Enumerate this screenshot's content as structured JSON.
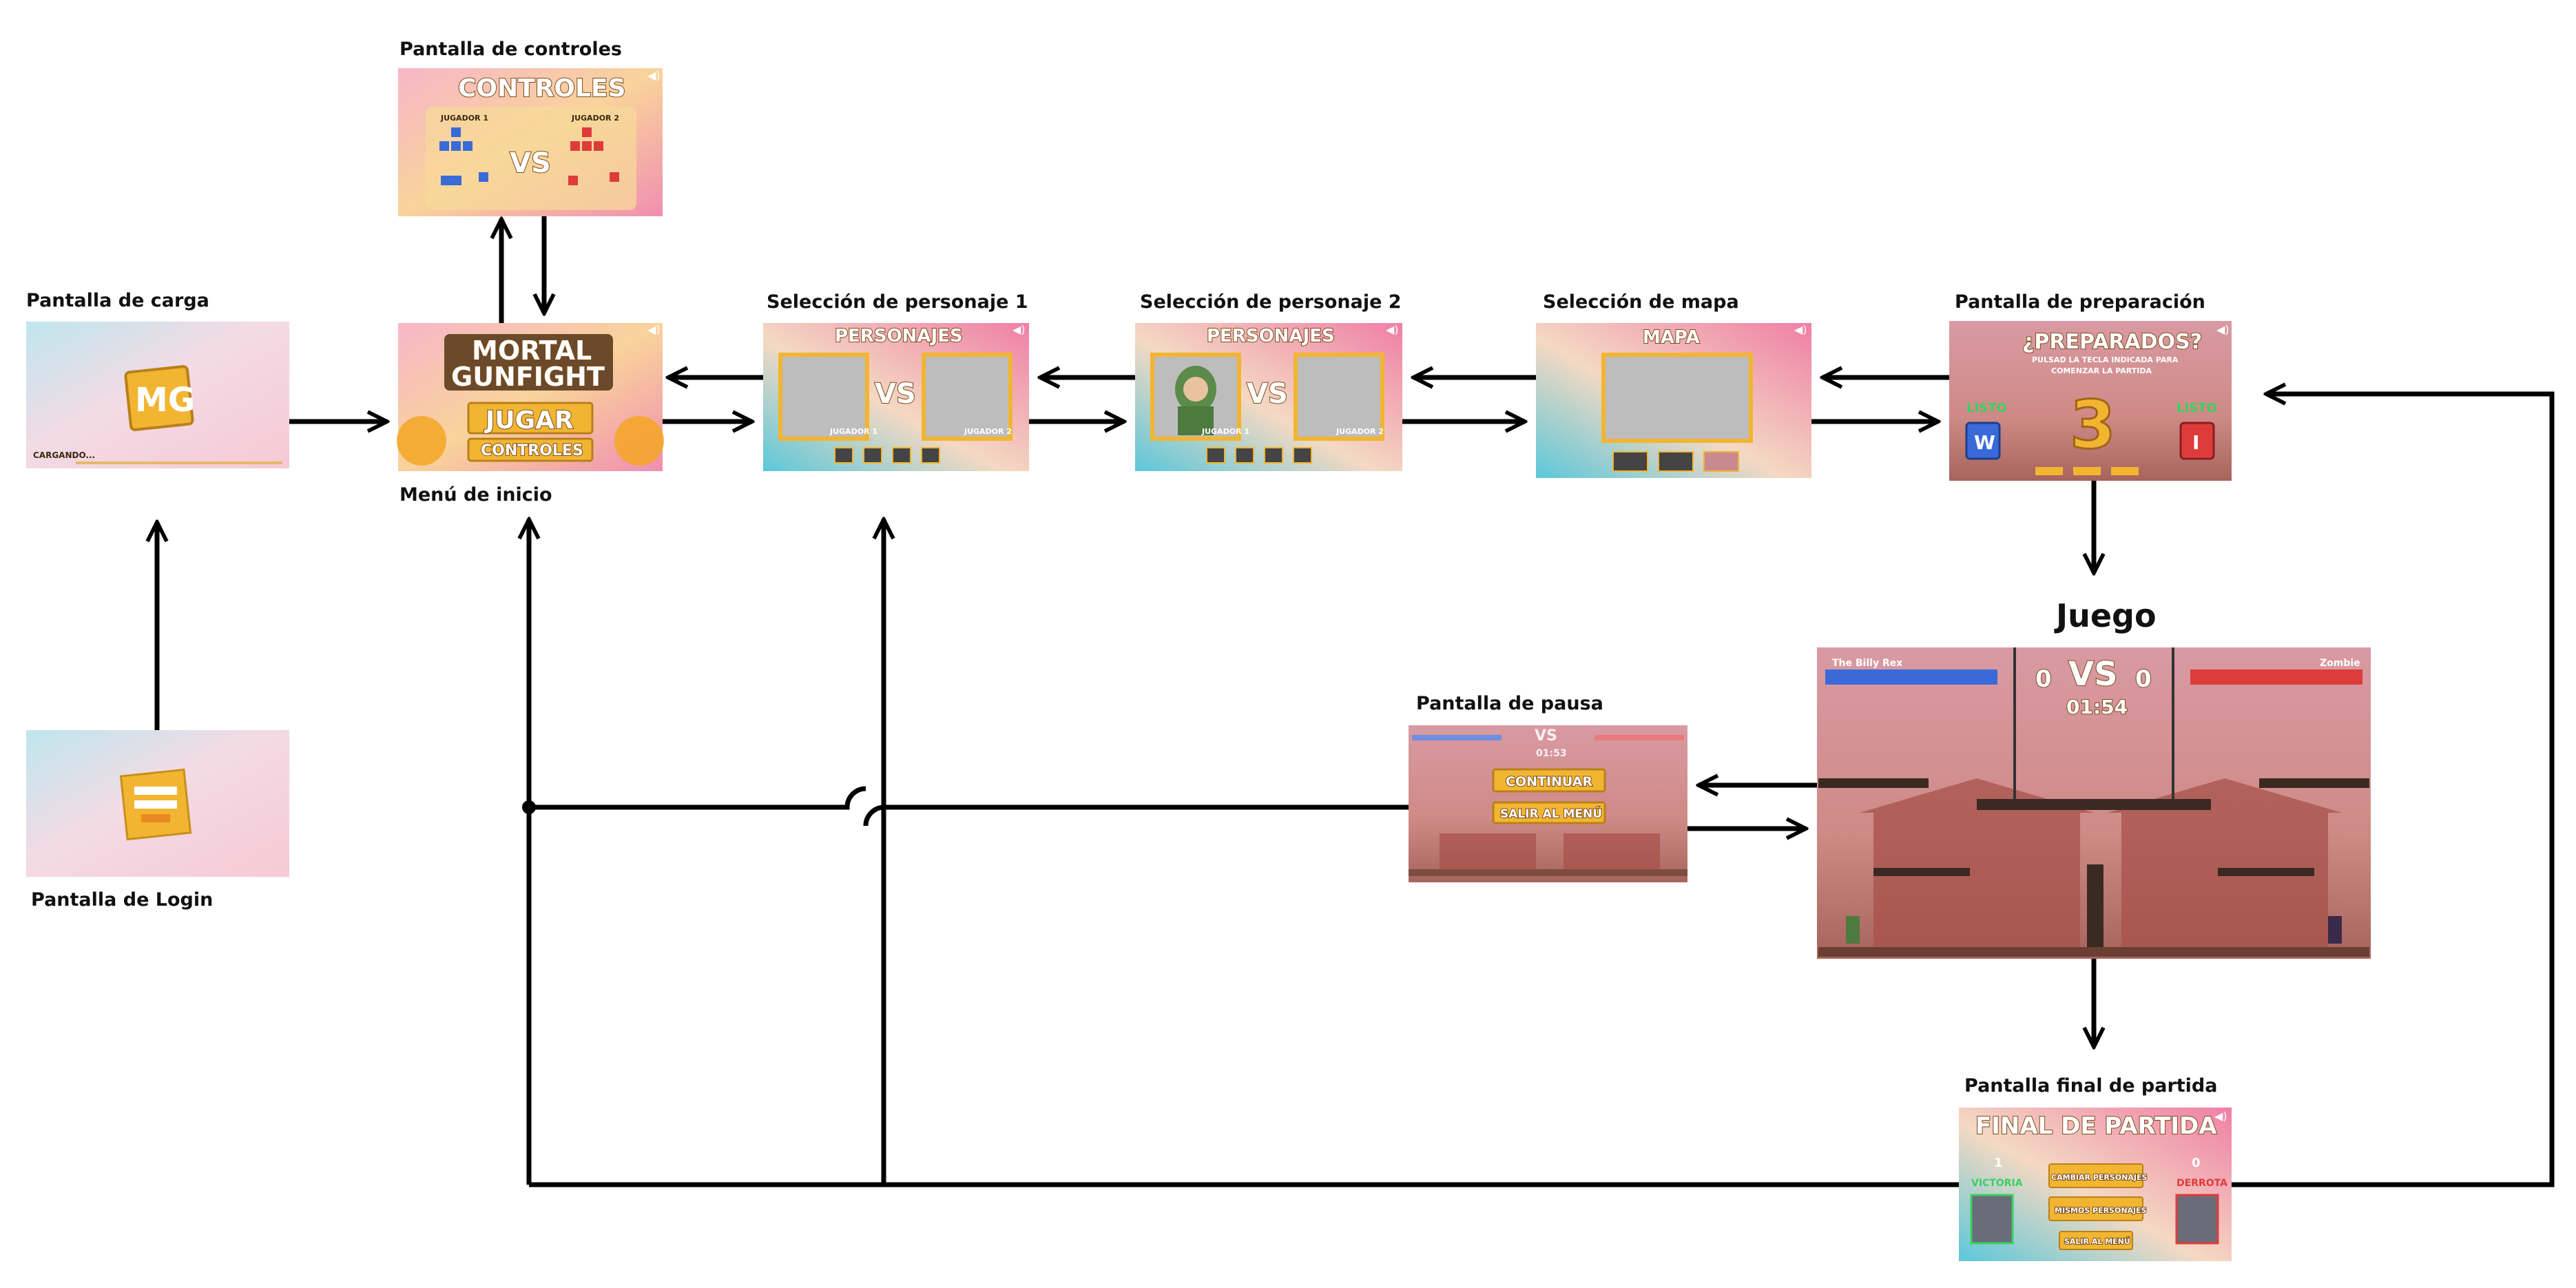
{
  "labels": {
    "loading": "Pantalla de carga",
    "login": "Pantalla de Login",
    "controls": "Pantalla de controles",
    "menu": "Menú de inicio",
    "char1": "Selección de personaje 1",
    "char2": "Selección de personaje 2",
    "map": "Selección de mapa",
    "prep": "Pantalla de preparación",
    "game": "Juego",
    "pause": "Pantalla de pausa",
    "final": "Pantalla final de partida"
  },
  "screens": {
    "loading": {
      "logo": "MG",
      "status": "CARGANDO..."
    },
    "controls": {
      "title": "CONTROLES",
      "player1": "JUGADOR 1",
      "player2": "JUGADOR 2",
      "vs": "VS"
    },
    "menu": {
      "title_line1": "MORTAL",
      "title_line2": "GUNFIGHT",
      "play": "JUGAR",
      "controls": "CONTROLES"
    },
    "char1": {
      "title": "PERSONAJES",
      "vs": "VS",
      "p1": "JUGADOR 1",
      "p2": "JUGADOR 2"
    },
    "char2": {
      "title": "PERSONAJES",
      "vs": "VS",
      "p1": "JUGADOR 1",
      "p2": "JUGADOR 2"
    },
    "map": {
      "title": "MAPA"
    },
    "prep": {
      "title": "¿PREPARADOS?",
      "subtitle1": "PULSAD LA TECLA INDICADA PARA",
      "subtitle2": "COMENZAR LA PARTIDA",
      "ready_left": "LISTO",
      "ready_right": "LISTO",
      "countdown": "3",
      "key_left": "W",
      "key_right": "I"
    },
    "game": {
      "p1_name": "The Billy Rex",
      "p2_name": "Zombie",
      "score_left": "0",
      "score_right": "0",
      "vs": "VS",
      "timer": "01:54"
    },
    "pause": {
      "vs": "VS",
      "timer": "01:53",
      "continue": "CONTINUAR",
      "exit": "SALIR AL MENÚ"
    },
    "final": {
      "title": "FINAL DE PARTIDA",
      "score_left": "1",
      "score_right": "0",
      "victory": "VICTORIA",
      "defeat": "DERROTA",
      "change": "CAMBIAR PERSONAJES",
      "same": "MISMOS PERSONAJES",
      "exit": "SALIR AL MENÚ"
    }
  },
  "colors": {
    "line": "#000000",
    "pastel_a": "#8fd3df",
    "pastel_b": "#f3c3d2",
    "pastel_c": "#f7d89a",
    "button_gold": "#f2b531",
    "p1_blue": "#3a6ad8",
    "p2_red": "#e03b3b",
    "game_sky": "#c98a8f"
  }
}
